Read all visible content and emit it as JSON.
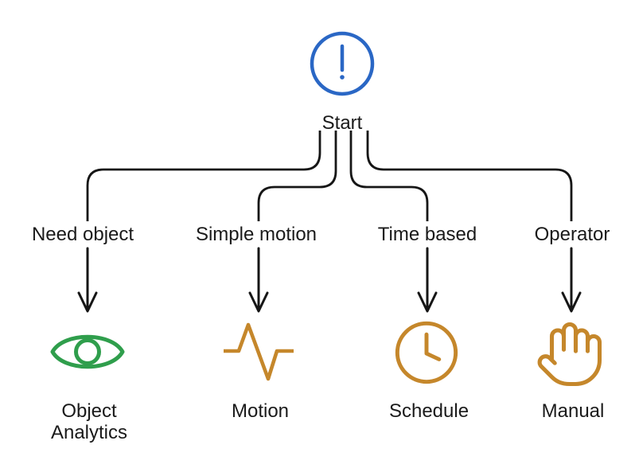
{
  "diagram": {
    "start": {
      "label": "Start",
      "icon": "alert-circle-icon"
    },
    "branches": [
      {
        "condition": "Need object",
        "target": "Object Analytics",
        "icon": "eye-icon"
      },
      {
        "condition": "Simple motion",
        "target": "Motion",
        "icon": "pulse-icon"
      },
      {
        "condition": "Time based",
        "target": "Schedule",
        "icon": "clock-icon"
      },
      {
        "condition": "Operator",
        "target": "Manual",
        "icon": "hand-icon"
      }
    ],
    "colors": {
      "start_blue": "#2a67c5",
      "object_green": "#2f9e4c",
      "trigger_amber": "#c5872b",
      "line_black": "#161616"
    }
  }
}
